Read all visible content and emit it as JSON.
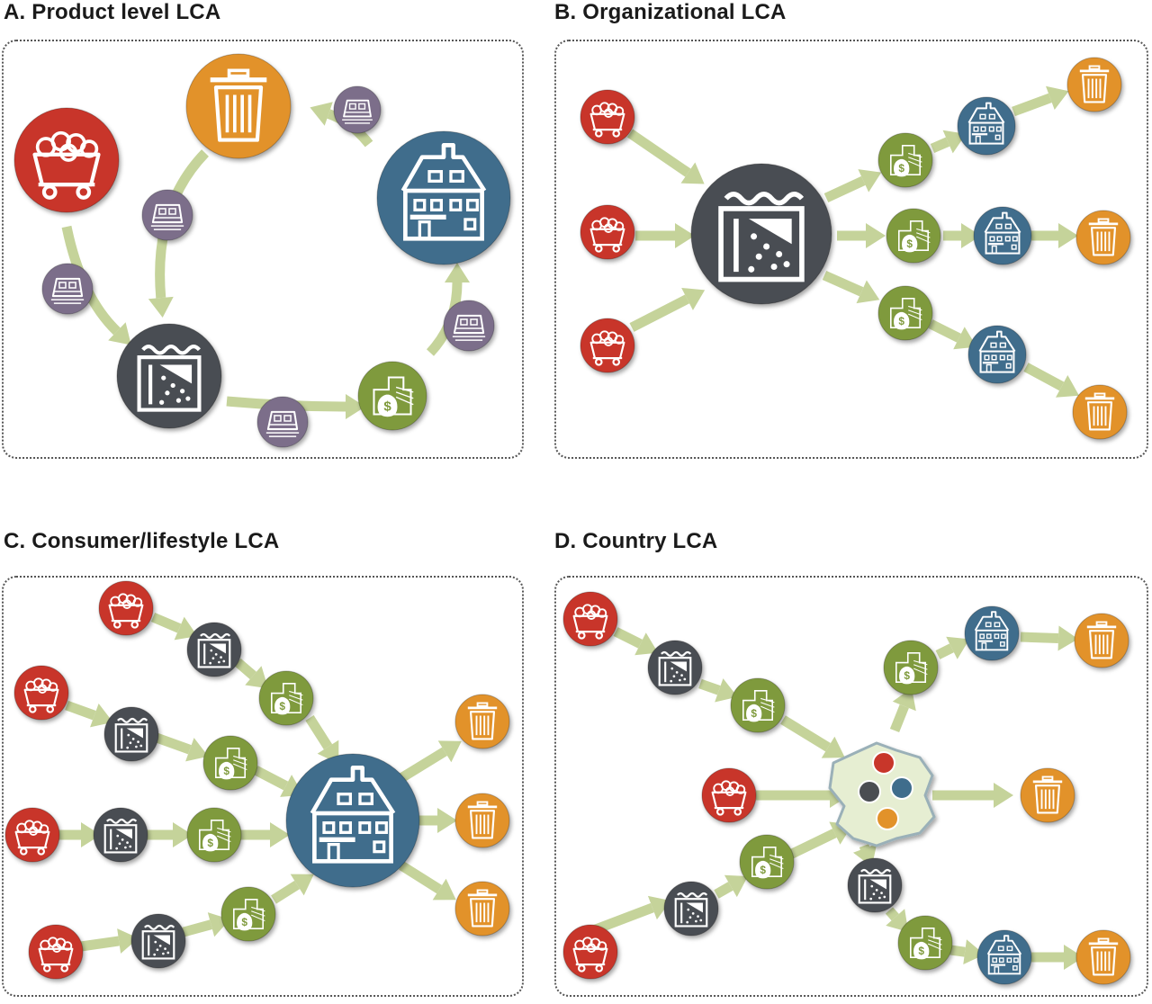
{
  "panels": [
    {
      "key": "A",
      "title": "A.  Product level LCA"
    },
    {
      "key": "B",
      "title": "B.  Organizational LCA"
    },
    {
      "key": "C",
      "title": "C.  Consumer/lifestyle LCA"
    },
    {
      "key": "D",
      "title": "D.  Country LCA"
    }
  ],
  "colors": {
    "raw_material": "#c8362a",
    "factory": "#4a4d52",
    "retail": "#7f9a3c",
    "house": "#3f6d8c",
    "waste": "#e2922a",
    "transport": "#7b6e8a",
    "arrow": "#c5d39a",
    "country_fill": "#e6eed2"
  },
  "icons": {
    "raw_material": "mine-cart-icon",
    "factory": "factory-icon",
    "retail": "money-bag-icon",
    "house": "house-icon",
    "waste": "trash-can-icon",
    "transport": "train-icon",
    "country": "country-map-icon"
  }
}
